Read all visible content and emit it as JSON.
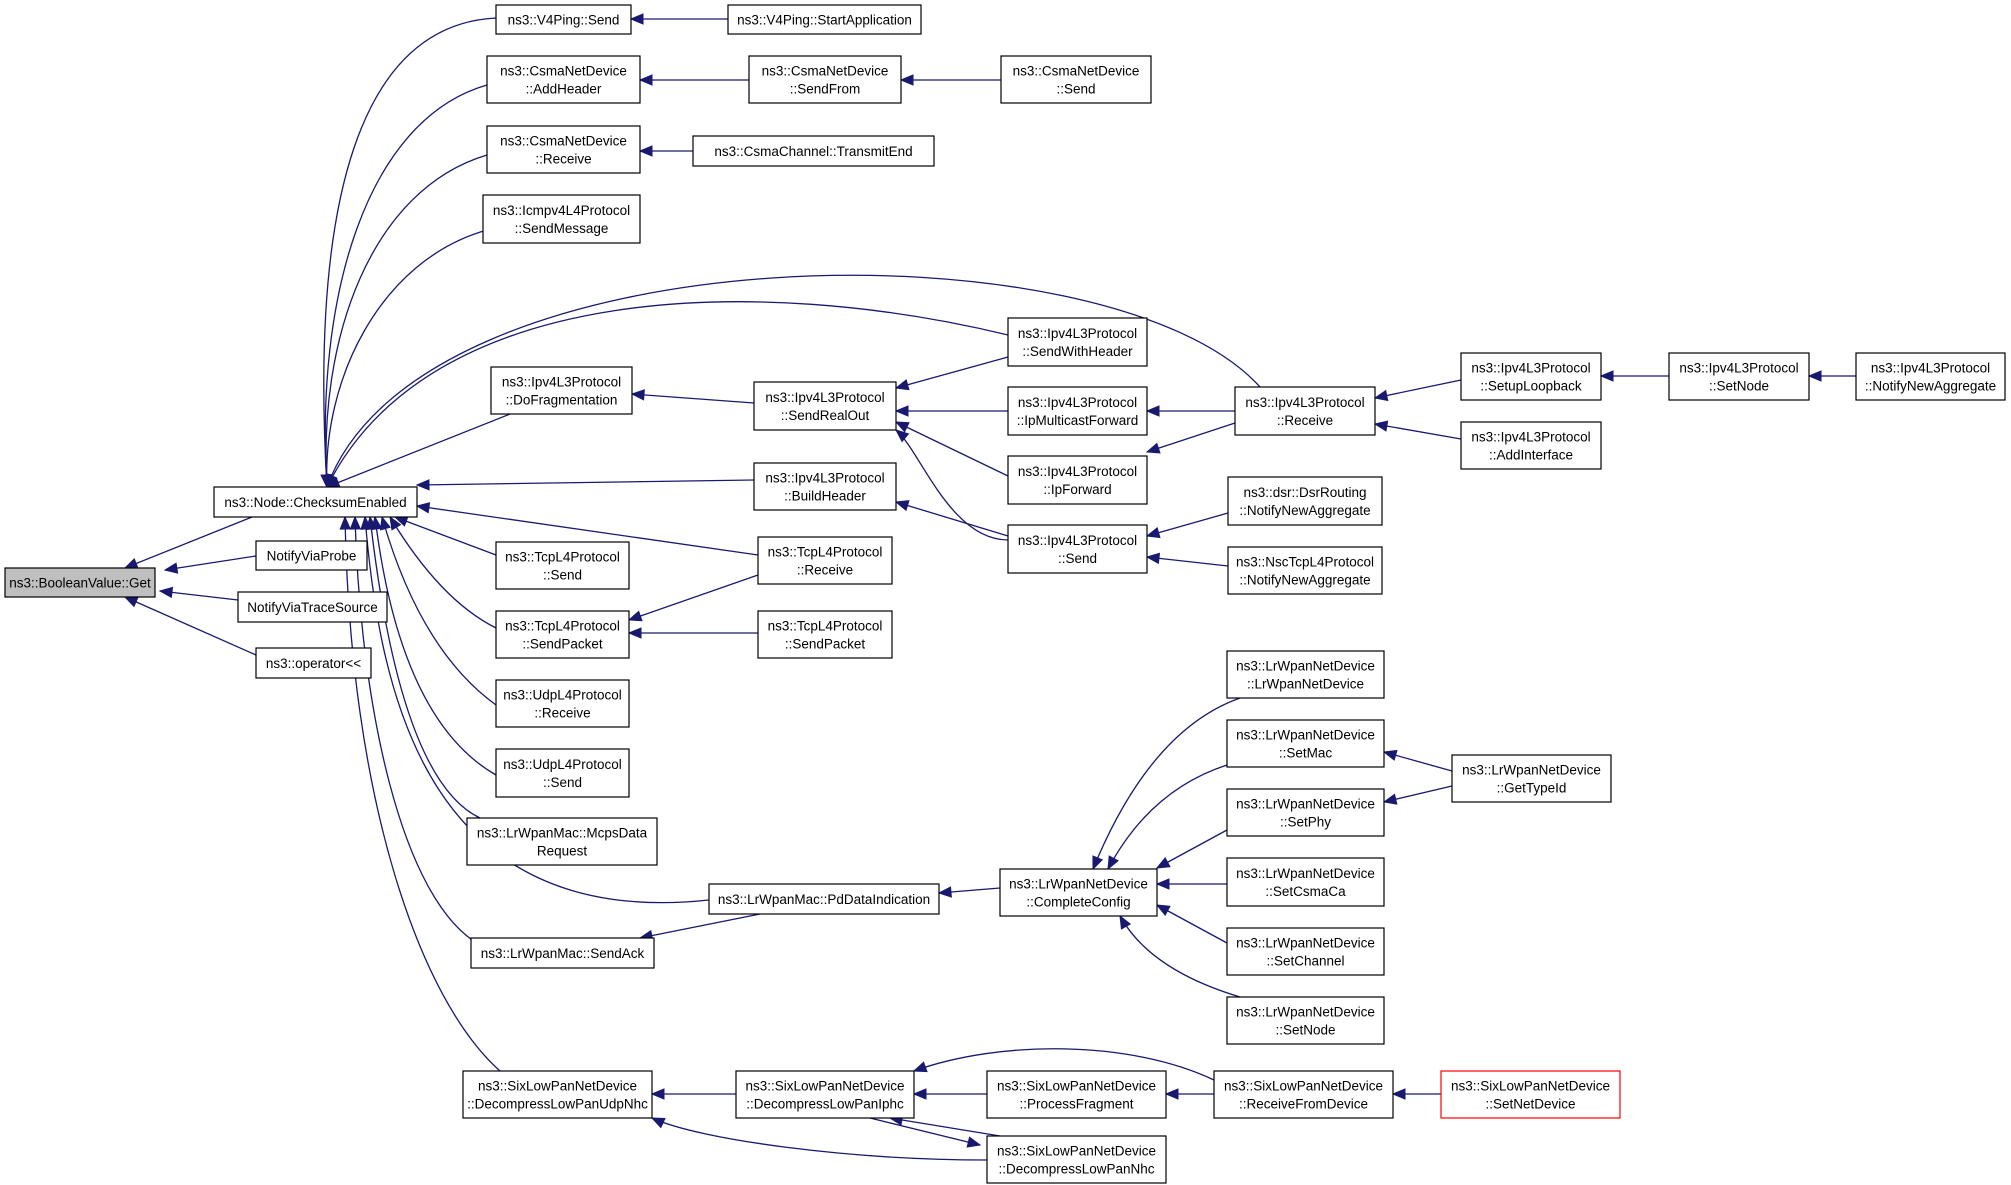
{
  "colors": {
    "edge": "#191970",
    "root_fill": "#bfbfbf",
    "node_fill": "#ffffff",
    "node_border": "#000000",
    "highlight_border": "#ff0000"
  },
  "nodes": [
    {
      "id": "root",
      "lines": [
        "ns3::BooleanValue::Get"
      ],
      "style": "root"
    },
    {
      "id": "checksum",
      "lines": [
        "ns3::Node::ChecksumEnabled"
      ]
    },
    {
      "id": "notifyprobe",
      "lines": [
        "NotifyViaProbe"
      ]
    },
    {
      "id": "notifytrace",
      "lines": [
        "NotifyViaTraceSource"
      ]
    },
    {
      "id": "operator",
      "lines": [
        "ns3::operator<<"
      ]
    },
    {
      "id": "v4ping_send",
      "lines": [
        "ns3::V4Ping::Send"
      ]
    },
    {
      "id": "v4ping_start",
      "lines": [
        "ns3::V4Ping::StartApplication"
      ]
    },
    {
      "id": "csma_addheader",
      "lines": [
        "ns3::CsmaNetDevice",
        "::AddHeader"
      ]
    },
    {
      "id": "csma_sendfrom",
      "lines": [
        "ns3::CsmaNetDevice",
        "::SendFrom"
      ]
    },
    {
      "id": "csma_send",
      "lines": [
        "ns3::CsmaNetDevice",
        "::Send"
      ]
    },
    {
      "id": "csma_receive",
      "lines": [
        "ns3::CsmaNetDevice",
        "::Receive"
      ]
    },
    {
      "id": "csmachannel_tx",
      "lines": [
        "ns3::CsmaChannel::TransmitEnd"
      ]
    },
    {
      "id": "icmp_sendmsg",
      "lines": [
        "ns3::Icmpv4L4Protocol",
        "::SendMessage"
      ]
    },
    {
      "id": "ipv4_dofrag",
      "lines": [
        "ns3::Ipv4L3Protocol",
        "::DoFragmentation"
      ]
    },
    {
      "id": "ipv4_sendrealout",
      "lines": [
        "ns3::Ipv4L3Protocol",
        "::SendRealOut"
      ]
    },
    {
      "id": "ipv4_sendwithheader",
      "lines": [
        "ns3::Ipv4L3Protocol",
        "::SendWithHeader"
      ]
    },
    {
      "id": "ipv4_ipmulticast",
      "lines": [
        "ns3::Ipv4L3Protocol",
        "::IpMulticastForward"
      ]
    },
    {
      "id": "ipv4_ipforward",
      "lines": [
        "ns3::Ipv4L3Protocol",
        "::IpForward"
      ]
    },
    {
      "id": "ipv4_receive",
      "lines": [
        "ns3::Ipv4L3Protocol",
        "::Receive"
      ]
    },
    {
      "id": "ipv4_setuploopback",
      "lines": [
        "ns3::Ipv4L3Protocol",
        "::SetupLoopback"
      ]
    },
    {
      "id": "ipv4_addinterface",
      "lines": [
        "ns3::Ipv4L3Protocol",
        "::AddInterface"
      ]
    },
    {
      "id": "ipv4_setnode",
      "lines": [
        "ns3::Ipv4L3Protocol",
        "::SetNode"
      ]
    },
    {
      "id": "ipv4_notifynewagg",
      "lines": [
        "ns3::Ipv4L3Protocol",
        "::NotifyNewAggregate"
      ]
    },
    {
      "id": "ipv4_buildheader",
      "lines": [
        "ns3::Ipv4L3Protocol",
        "::BuildHeader"
      ]
    },
    {
      "id": "ipv4_send",
      "lines": [
        "ns3::Ipv4L3Protocol",
        "::Send"
      ]
    },
    {
      "id": "dsr_notify",
      "lines": [
        "ns3::dsr::DsrRouting",
        "::NotifyNewAggregate"
      ]
    },
    {
      "id": "nsctcp_notify",
      "lines": [
        "ns3::NscTcpL4Protocol",
        "::NotifyNewAggregate"
      ]
    },
    {
      "id": "tcp_send",
      "lines": [
        "ns3::TcpL4Protocol",
        "::Send"
      ]
    },
    {
      "id": "tcp_receive",
      "lines": [
        "ns3::TcpL4Protocol",
        "::Receive"
      ]
    },
    {
      "id": "tcp_sendpacket",
      "lines": [
        "ns3::TcpL4Protocol",
        "::SendPacket"
      ]
    },
    {
      "id": "tcp_sendpacket2",
      "lines": [
        "ns3::TcpL4Protocol",
        "::SendPacket"
      ]
    },
    {
      "id": "udp_receive",
      "lines": [
        "ns3::UdpL4Protocol",
        "::Receive"
      ]
    },
    {
      "id": "udp_send",
      "lines": [
        "ns3::UdpL4Protocol",
        "::Send"
      ]
    },
    {
      "id": "lrmac_mcps",
      "lines": [
        "ns3::LrWpanMac::McpsData",
        "Request"
      ]
    },
    {
      "id": "lrmac_pdind",
      "lines": [
        "ns3::LrWpanMac::PdDataIndication"
      ]
    },
    {
      "id": "lrmac_sendack",
      "lines": [
        "ns3::LrWpanMac::SendAck"
      ]
    },
    {
      "id": "lrdev_complete",
      "lines": [
        "ns3::LrWpanNetDevice",
        "::CompleteConfig"
      ]
    },
    {
      "id": "lrdev_ctor",
      "lines": [
        "ns3::LrWpanNetDevice",
        "::LrWpanNetDevice"
      ]
    },
    {
      "id": "lrdev_setmac",
      "lines": [
        "ns3::LrWpanNetDevice",
        "::SetMac"
      ]
    },
    {
      "id": "lrdev_setphy",
      "lines": [
        "ns3::LrWpanNetDevice",
        "::SetPhy"
      ]
    },
    {
      "id": "lrdev_setcsmaca",
      "lines": [
        "ns3::LrWpanNetDevice",
        "::SetCsmaCa"
      ]
    },
    {
      "id": "lrdev_setchannel",
      "lines": [
        "ns3::LrWpanNetDevice",
        "::SetChannel"
      ]
    },
    {
      "id": "lrdev_setnode",
      "lines": [
        "ns3::LrWpanNetDevice",
        "::SetNode"
      ]
    },
    {
      "id": "lrdev_gettypeid",
      "lines": [
        "ns3::LrWpanNetDevice",
        "::GetTypeId"
      ]
    },
    {
      "id": "six_udpnhc",
      "lines": [
        "ns3::SixLowPanNetDevice",
        "::DecompressLowPanUdpNhc"
      ]
    },
    {
      "id": "six_iphc",
      "lines": [
        "ns3::SixLowPanNetDevice",
        "::DecompressLowPanIphc"
      ]
    },
    {
      "id": "six_procfrag",
      "lines": [
        "ns3::SixLowPanNetDevice",
        "::ProcessFragment"
      ]
    },
    {
      "id": "six_nhc",
      "lines": [
        "ns3::SixLowPanNetDevice",
        "::DecompressLowPanNhc"
      ]
    },
    {
      "id": "six_recvfrom",
      "lines": [
        "ns3::SixLowPanNetDevice",
        "::ReceiveFromDevice"
      ]
    },
    {
      "id": "six_setnetdev",
      "lines": [
        "ns3::SixLowPanNetDevice",
        "::SetNetDevice"
      ],
      "style": "red"
    }
  ],
  "edges": [
    [
      "checksum",
      "root"
    ],
    [
      "notifyprobe",
      "root"
    ],
    [
      "notifytrace",
      "root"
    ],
    [
      "operator",
      "root"
    ],
    [
      "v4ping_send",
      "checksum"
    ],
    [
      "csma_addheader",
      "checksum"
    ],
    [
      "csma_receive",
      "checksum"
    ],
    [
      "icmp_sendmsg",
      "checksum"
    ],
    [
      "ipv4_receive",
      "checksum"
    ],
    [
      "ipv4_sendwithheader",
      "checksum"
    ],
    [
      "ipv4_dofrag",
      "checksum"
    ],
    [
      "ipv4_buildheader",
      "checksum"
    ],
    [
      "tcp_receive",
      "checksum"
    ],
    [
      "tcp_send",
      "checksum"
    ],
    [
      "tcp_sendpacket",
      "checksum"
    ],
    [
      "udp_receive",
      "checksum"
    ],
    [
      "udp_send",
      "checksum"
    ],
    [
      "lrmac_mcps",
      "checksum"
    ],
    [
      "lrmac_pdind",
      "checksum"
    ],
    [
      "lrmac_sendack",
      "checksum"
    ],
    [
      "six_udpnhc",
      "checksum"
    ],
    [
      "v4ping_start",
      "v4ping_send"
    ],
    [
      "csma_sendfrom",
      "csma_addheader"
    ],
    [
      "csma_send",
      "csma_sendfrom"
    ],
    [
      "csmachannel_tx",
      "csma_receive"
    ],
    [
      "ipv4_sendrealout",
      "ipv4_dofrag"
    ],
    [
      "ipv4_sendwithheader",
      "ipv4_sendrealout"
    ],
    [
      "ipv4_ipmulticast",
      "ipv4_sendrealout"
    ],
    [
      "ipv4_ipforward",
      "ipv4_sendrealout"
    ],
    [
      "ipv4_send",
      "ipv4_sendrealout"
    ],
    [
      "ipv4_receive",
      "ipv4_ipmulticast"
    ],
    [
      "ipv4_receive",
      "ipv4_ipforward"
    ],
    [
      "ipv4_setuploopback",
      "ipv4_receive"
    ],
    [
      "ipv4_addinterface",
      "ipv4_receive"
    ],
    [
      "ipv4_setnode",
      "ipv4_setuploopback"
    ],
    [
      "ipv4_notifynewagg",
      "ipv4_setnode"
    ],
    [
      "ipv4_send",
      "ipv4_buildheader"
    ],
    [
      "dsr_notify",
      "ipv4_send"
    ],
    [
      "nsctcp_notify",
      "ipv4_send"
    ],
    [
      "tcp_receive",
      "tcp_sendpacket"
    ],
    [
      "tcp_sendpacket2",
      "tcp_sendpacket"
    ],
    [
      "lrmac_pdind",
      "lrmac_sendack"
    ],
    [
      "lrdev_complete",
      "lrmac_pdind"
    ],
    [
      "lrdev_ctor",
      "lrdev_complete"
    ],
    [
      "lrdev_setmac",
      "lrdev_complete"
    ],
    [
      "lrdev_setphy",
      "lrdev_complete"
    ],
    [
      "lrdev_setcsmaca",
      "lrdev_complete"
    ],
    [
      "lrdev_setchannel",
      "lrdev_complete"
    ],
    [
      "lrdev_setnode",
      "lrdev_complete"
    ],
    [
      "lrdev_gettypeid",
      "lrdev_setmac"
    ],
    [
      "lrdev_gettypeid",
      "lrdev_setphy"
    ],
    [
      "six_iphc",
      "six_udpnhc"
    ],
    [
      "six_nhc",
      "six_udpnhc"
    ],
    [
      "six_procfrag",
      "six_iphc"
    ],
    [
      "six_recvfrom",
      "six_iphc"
    ],
    [
      "six_nhc",
      "six_iphc"
    ],
    [
      "six_iphc",
      "six_nhc"
    ],
    [
      "six_recvfrom",
      "six_procfrag"
    ],
    [
      "six_setnetdev",
      "six_recvfrom"
    ]
  ]
}
